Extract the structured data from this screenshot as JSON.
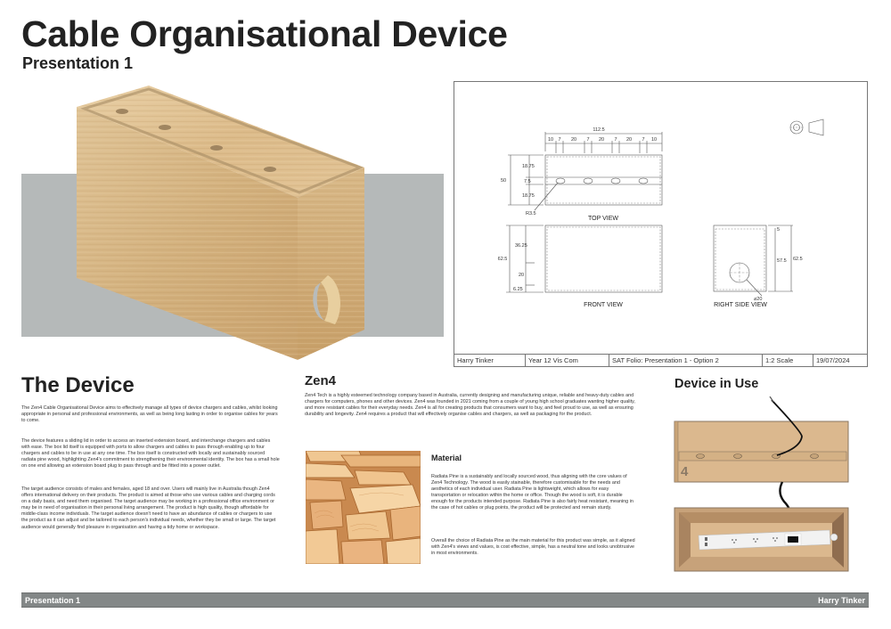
{
  "header": {
    "title": "Cable Organisational Device",
    "subtitle": "Presentation 1"
  },
  "hero": {
    "alt": "3D render of pine cable organiser box with sliding lid and four cable ports",
    "backdrop_color": "#b5b9b9",
    "wood_color": "#d8b88a"
  },
  "drawing": {
    "top_view": {
      "label": "TOP VIEW",
      "overall_length": "112.5",
      "hole_spacing": [
        "10",
        "7",
        "20",
        "7",
        "20",
        "7",
        "20",
        "7",
        "10"
      ],
      "width": "50",
      "vertical_dims": [
        "18.75",
        "7.5",
        "18.75"
      ],
      "hole_radius": "R3.5"
    },
    "front_view": {
      "label": "FRONT VIEW",
      "height": "62.5",
      "vertical_dims": [
        "36.25",
        "20",
        "6.25"
      ]
    },
    "right_side_view": {
      "label": "RIGHT SIDE VIEW",
      "dims": [
        "5",
        "57.5",
        "62.5"
      ],
      "hole_diameter": "⌀20"
    },
    "projection_symbol": "third-angle-projection",
    "title_block": {
      "author": "Harry Tinker",
      "course": "Year 12 Vis Com",
      "project": "SAT Folio: Presentation 1 - Option 2",
      "scale": "1:2 Scale",
      "date": "19/07/2024"
    }
  },
  "device": {
    "heading": "The Device",
    "paragraphs": [
      "The Zen4 Cable Organisational Device aims to effectively manage all types of device chargers and cables, whilst looking appropriate in personal and professional environments, as well as being long lasting in order to organise cables for years to come.",
      "The device features a sliding lid in order to access an inserted extension board, and interchange chargers and cables with ease. The box lid itself is equipped with ports to allow chargers and cables to pass through enabling up to four chargers and cables to be in use at any one time. The box itself is constructed with locally and sustainably sourced radiata pine wood, highlighting Zen4's commitment to strengthening their environmental identity. The box has a small hole on one end allowing an extension board plug to pass through and be fitted into a power outlet.",
      "The target audience consists of males and females, aged 18 and over. Users will mainly live in Australia though Zen4 offers international delivery on their products. The product is aimed at those who use various cables and charging cords on a daily basis, and need them organised. The target audience may be working in a professional office environment or may be in need of organisation in their personal living arrangement. The product is high quality, though affordable for middle-class income individuals. The target audience doesn't need to have an abundance of cables or chargers to use the product as it can adjust and be tailored to each person's individual needs, whether they be small or large. The target audience would generally find pleasure in organisation and having a tidy home or workspace."
    ]
  },
  "zen4": {
    "heading": "Zen4",
    "paragraph": "Zen4 Tech is a highly esteemed technology company based in Australia, currently designing and manufacturing unique, reliable and heavy-duty cables and chargers for computers, phones and other devices. Zen4 was founded in 2021 coming from a couple of young high school graduates wanting higher quality, and more resistant cables for their everyday needs. Zen4 is all for creating products that consumers want to buy, and feel proud to use, as well as ensuring durability and longevity. Zen4 requires a product that will effectively organise cables and chargers, as well as packaging for the product."
  },
  "material": {
    "heading": "Material",
    "image_alt": "Stack of radiata pine timber planks",
    "paragraphs": [
      "Radiata Pine is a sustainably and locally sourced wood, thus aligning with the core values of Zen4 Technology. The wood is easily stainable, therefore customisable for the needs and aesthetics of each individual user. Radiata Pine is lightweight, which allows for easy transportation or relocation within the home or office. Though the wood is soft, it is durable enough for the products intended purpose. Radiata Pine is also fairly heat resistant, meaning in the case of hot cables or plug points, the product will be protected and remain sturdy.",
      "Overall the choice of Radiata Pine as the main material for this product was simple, as it aligned with Zen4's views and values, is cost effective, simple, has a neutral tone and looks unobtrusive in most environments."
    ]
  },
  "in_use": {
    "heading": "Device in Use",
    "lid_logo": "4",
    "image_alt": "Illustration of lid with cable through port and box containing extension board",
    "box_color": "#dbb88e"
  },
  "footer": {
    "left": "Presentation 1",
    "right": "Harry Tinker",
    "bar_color": "#838787"
  }
}
